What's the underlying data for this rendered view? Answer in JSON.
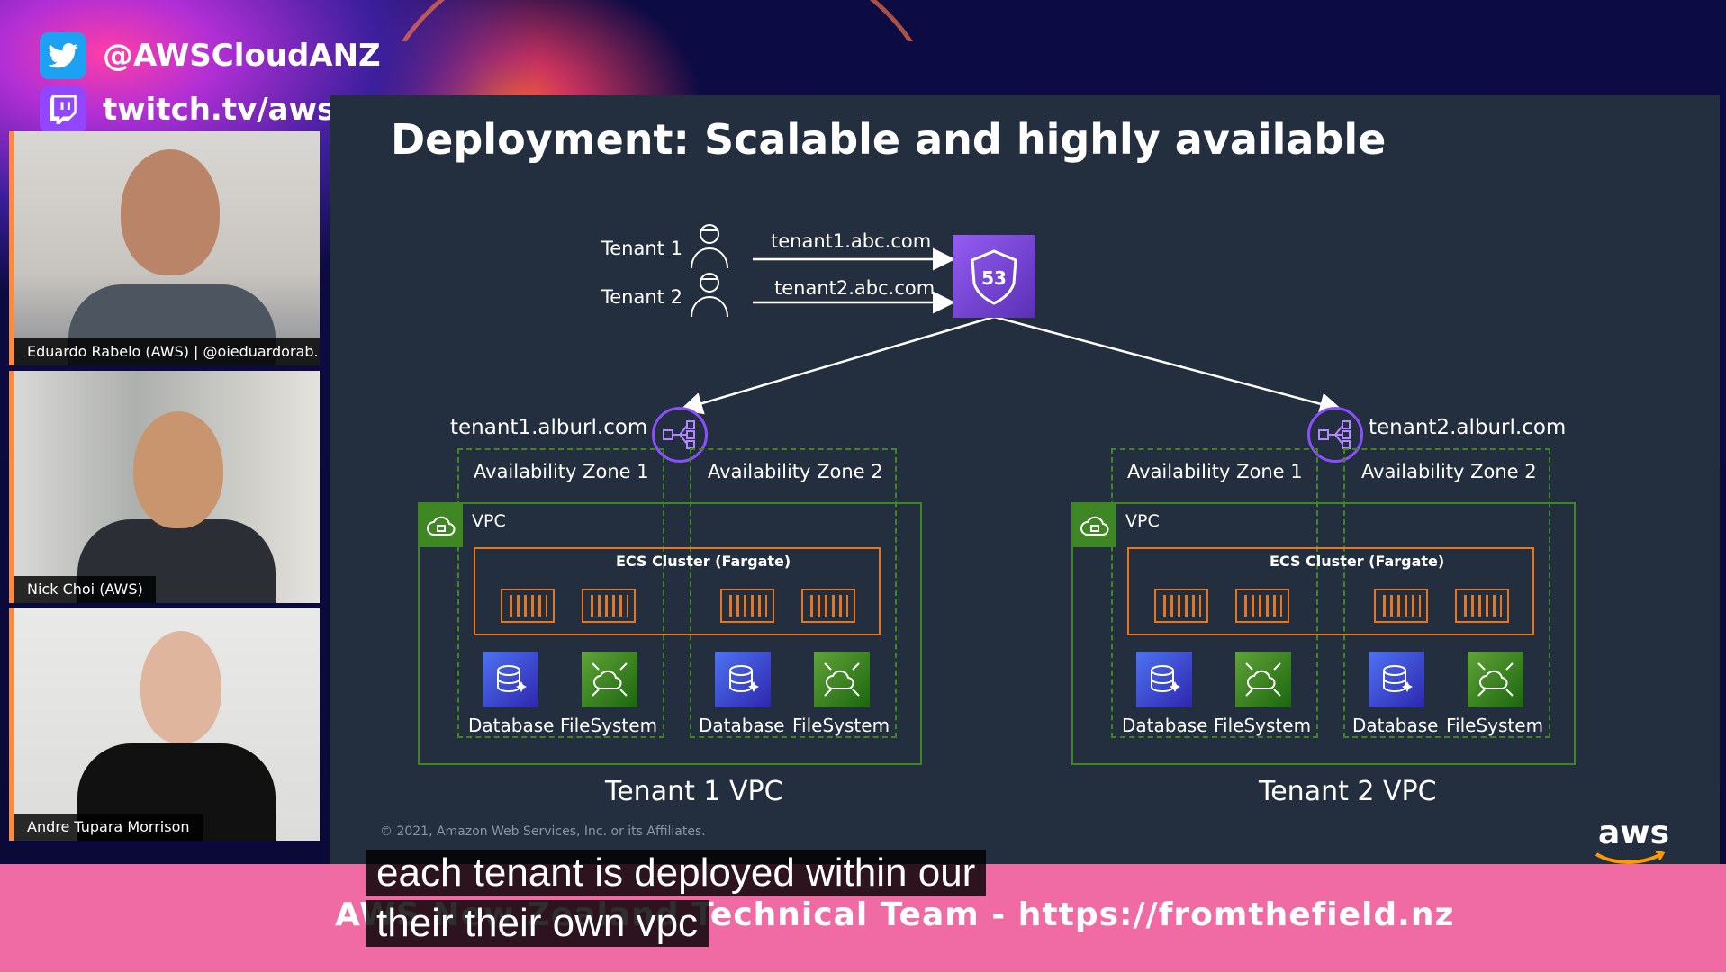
{
  "social": {
    "twitter_handle": "@AWSCloudANZ",
    "twitch_url": "twitch.tv/aws",
    "twitter_icon": "twitter-bird-icon",
    "twitch_icon": "twitch-icon"
  },
  "participants": [
    {
      "name": "Eduardo Rabelo (AWS) | @oieduardorab..."
    },
    {
      "name": "Nick Choi (AWS)"
    },
    {
      "name": "Andre Tupara Morrison"
    }
  ],
  "slide": {
    "title": "Deployment: Scalable and highly available",
    "tenant1_label": "Tenant 1",
    "tenant2_label": "Tenant 2",
    "tenant1_domain": "tenant1.abc.com",
    "tenant2_domain": "tenant2.abc.com",
    "route53_text": "53",
    "left_alb_url": "tenant1.alburl.com",
    "right_alb_url": "tenant2.alburl.com",
    "az1": "Availability Zone 1",
    "az2": "Availability Zone 2",
    "vpc_label": "VPC",
    "ecs_label": "ECS Cluster (Fargate)",
    "database_label": "Database",
    "filesystem_label": "FileSystem",
    "tenant1_vpc": "Tenant 1 VPC",
    "tenant2_vpc": "Tenant 2 VPC",
    "copyright": "© 2021, Amazon Web Services, Inc. or its Affiliates.",
    "logo_text": "aws"
  },
  "ticker": {
    "text": "AWS New Zealand Technical Team - https://fromthefield.nz"
  },
  "captions": {
    "line1": "each tenant is deployed within our",
    "line2": "their their own vpc"
  },
  "colors": {
    "slide_bg": "#232f3e",
    "vpc_green": "#3f8624",
    "ecs_orange": "#e47722",
    "route53_purple": "#8c4fff",
    "ticker_pink": "#f06aa3"
  }
}
